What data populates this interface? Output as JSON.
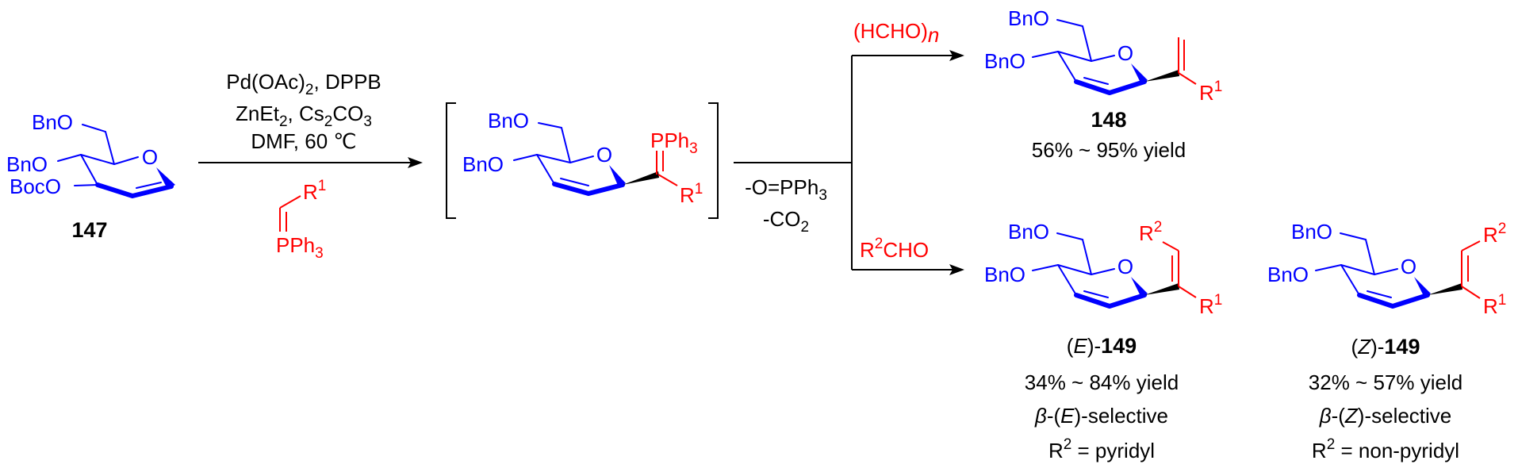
{
  "colors": {
    "protecting_groups": "#0000ff",
    "reagents": "#ff0000",
    "text": "#000000"
  },
  "labels": {
    "bno": "BnO",
    "boco": "BocO",
    "o": "O",
    "r": "R",
    "one": "1",
    "two": "2",
    "pph": "PPh",
    "three": "3"
  },
  "starting_material": {
    "id": "147"
  },
  "step1": {
    "line1": {
      "a": "Pd(OAc)",
      "sub": "2",
      "b": ", DPPB"
    },
    "line2": {
      "a": "ZnEt",
      "sub1": "2",
      "b": ", Cs",
      "sub2": "2",
      "c": "CO",
      "sub3": "3"
    },
    "line3": "DMF, 60 ℃"
  },
  "step2": {
    "byproduct1": {
      "a": "-O=PPh",
      "sub": "3"
    },
    "byproduct2": {
      "a": "-CO",
      "sub": "2"
    },
    "reagent_top": {
      "a": "(HCHO)",
      "n": "n"
    },
    "reagent_bottom": {
      "a": "R",
      "sup": "2",
      "b": "CHO"
    }
  },
  "products": [
    {
      "id": "148",
      "yield": "56% ~ 95% yield"
    },
    {
      "prefix_open": "(",
      "isomer": "E",
      "prefix_close": ")-",
      "id": "149",
      "yield": "34% ~ 84% yield",
      "selectivity": {
        "beta": "β",
        "a": "-(",
        "iso": "E",
        "b": ")-selective"
      },
      "condition": {
        "r": "R",
        "sup": "2",
        "rest": " = pyridyl"
      }
    },
    {
      "prefix_open": "(",
      "isomer": "Z",
      "prefix_close": ")-",
      "id": "149",
      "yield": "32% ~ 57% yield",
      "selectivity": {
        "beta": "β",
        "a": "-(",
        "iso": "Z",
        "b": ")-selective"
      },
      "condition": {
        "r": "R",
        "sup": "2",
        "rest": " = non-pyridyl"
      }
    }
  ]
}
